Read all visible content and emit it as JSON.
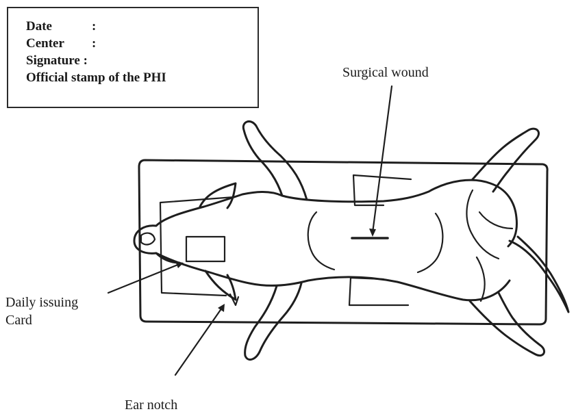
{
  "info_box": {
    "date_label": "Date",
    "date_colon": ":",
    "center_label": "Center",
    "center_colon": ":",
    "signature_label": "Signature :",
    "stamp_label": "Official stamp of the PHI"
  },
  "labels": {
    "surgical_wound": "Surgical wound",
    "daily_issuing_line1": "Daily issuing",
    "daily_issuing_line2": "Card",
    "ear_notch": "Ear notch"
  }
}
